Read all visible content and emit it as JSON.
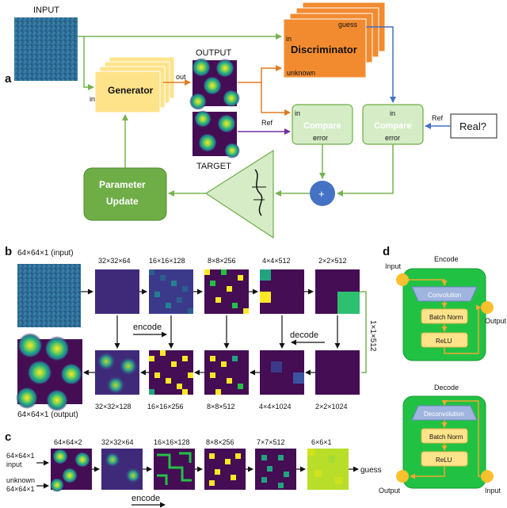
{
  "panels": {
    "a": "a",
    "b": "b",
    "c": "c",
    "d": "d"
  },
  "panel_a": {
    "input": "INPUT",
    "output": "OUTPUT",
    "target": "TARGET",
    "generator": "Generator",
    "discriminator": "Discriminator",
    "guess": "guess",
    "in_disc": "in",
    "unknown": "unknown",
    "out": "out",
    "in_gen": "in",
    "compare1": "Compare",
    "compare1_in": "in",
    "compare1_error": "error",
    "compare2": "Compare",
    "compare2_in": "in",
    "compare2_error": "error",
    "ref1": "Ref",
    "ref2": "Ref",
    "real": "Real?",
    "plus": "+",
    "param_line1": "Parameter",
    "param_line2": "Update"
  },
  "panel_b": {
    "input_label": "64×64×1 (input)",
    "output_label": "64×64×1 (output)",
    "top_dims": [
      "32×32×64",
      "16×16×128",
      "8×8×256",
      "4×4×512",
      "2×2×512"
    ],
    "bottom_dims": [
      "32×32×128",
      "16×16×256",
      "8×8×512",
      "4×4×1024",
      "2×2×1024"
    ],
    "encode": "encode",
    "decode": "decode",
    "bottleneck": "1×1×512"
  },
  "panel_c": {
    "dims": [
      "64×64×2",
      "32×32×64",
      "16×16×128",
      "8×8×256",
      "7×7×512",
      "6×6×1"
    ],
    "input_line1": "64×64×1",
    "input_line2": "input",
    "unknown_line1": "unknown",
    "unknown_line2": "64×64×1",
    "guess": "guess",
    "encode": "encode"
  },
  "panel_d": {
    "encode_title": "Encode",
    "decode_title": "Decode",
    "input": "Input",
    "output": "Output",
    "conv": "Convolution",
    "batch_norm": "Batch Norm",
    "relu": "ReLU",
    "output2": "Output",
    "input2": "Input",
    "deconv": "Deconvolution",
    "batch_norm2": "Batch Norm",
    "relu2": "ReLU"
  },
  "colors": {
    "orange": "#f28b30",
    "yellow": "#ffe38a",
    "green_box": "#d5ecc6",
    "green_dark": "#6fad47",
    "green_arrow": "#77b350",
    "blue": "#4472c4",
    "purple": "#7030a0",
    "bright_green": "#21c244",
    "viridis_dark": "#440d54",
    "viridis_yellow": "#fde725"
  }
}
